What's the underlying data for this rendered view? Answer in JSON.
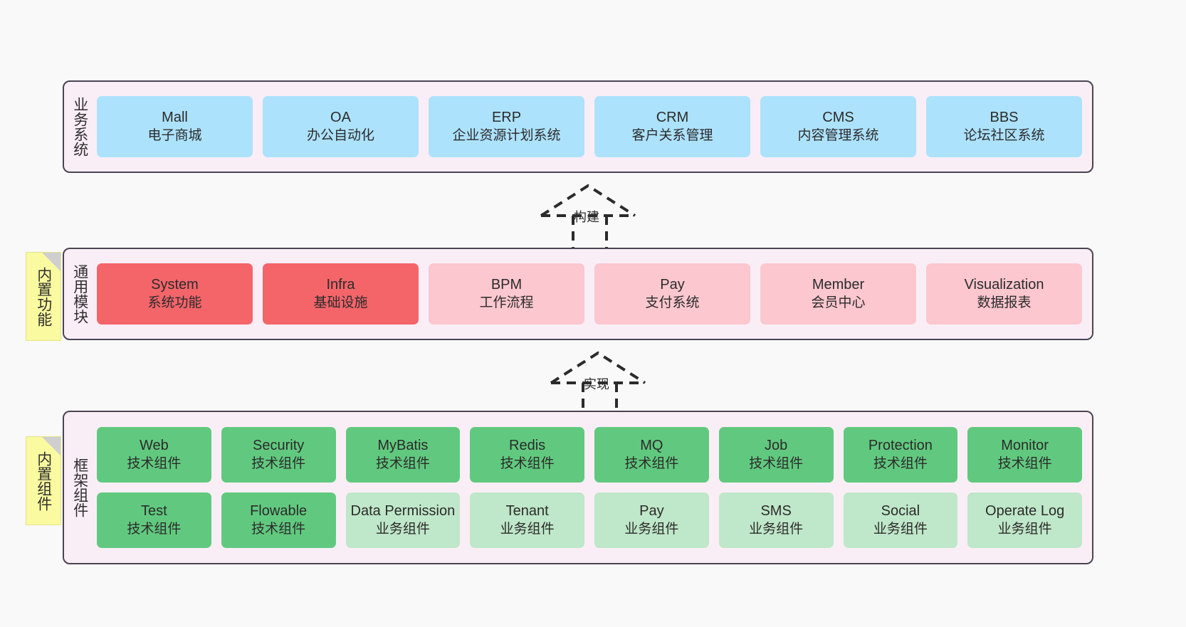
{
  "diagram": {
    "title": "",
    "background": "#f9f9f9",
    "colors": {
      "panel_fill": "#faeef6",
      "panel_border": "#4a4453",
      "blue": "#ade2fc",
      "red": "#f4656a",
      "pink": "#fcc7cf",
      "green": "#61c97f",
      "light_green": "#bfe7c9",
      "note_yellow": "#fafaa0",
      "note_fold": "#cfcfcf"
    }
  },
  "layers": {
    "business": {
      "title": "业务系统",
      "cards": [
        {
          "en": "Mall",
          "cn": "电子商城",
          "color": "blue"
        },
        {
          "en": "OA",
          "cn": "办公自动化",
          "color": "blue"
        },
        {
          "en": "ERP",
          "cn": "企业资源计划系统",
          "color": "blue"
        },
        {
          "en": "CRM",
          "cn": "客户关系管理",
          "color": "blue"
        },
        {
          "en": "CMS",
          "cn": "内容管理系统",
          "color": "blue"
        },
        {
          "en": "BBS",
          "cn": "论坛社区系统",
          "color": "blue"
        }
      ]
    },
    "common": {
      "title": "通用模块",
      "note": "内置功能",
      "cards": [
        {
          "en": "System",
          "cn": "系统功能",
          "color": "red"
        },
        {
          "en": "Infra",
          "cn": "基础设施",
          "color": "red"
        },
        {
          "en": "BPM",
          "cn": "工作流程",
          "color": "pink"
        },
        {
          "en": "Pay",
          "cn": "支付系统",
          "color": "pink"
        },
        {
          "en": "Member",
          "cn": "会员中心",
          "color": "pink"
        },
        {
          "en": "Visualization",
          "cn": "数据报表",
          "color": "pink"
        }
      ]
    },
    "framework": {
      "title": "框架组件",
      "note": "内置组件",
      "row1": [
        {
          "en": "Web",
          "cn": "技术组件",
          "color": "green"
        },
        {
          "en": "Security",
          "cn": "技术组件",
          "color": "green"
        },
        {
          "en": "MyBatis",
          "cn": "技术组件",
          "color": "green"
        },
        {
          "en": "Redis",
          "cn": "技术组件",
          "color": "green"
        },
        {
          "en": "MQ",
          "cn": "技术组件",
          "color": "green"
        },
        {
          "en": "Job",
          "cn": "技术组件",
          "color": "green"
        },
        {
          "en": "Protection",
          "cn": "技术组件",
          "color": "green"
        },
        {
          "en": "Monitor",
          "cn": "技术组件",
          "color": "green"
        }
      ],
      "row2": [
        {
          "en": "Test",
          "cn": "技术组件",
          "color": "green"
        },
        {
          "en": "Flowable",
          "cn": "技术组件",
          "color": "green"
        },
        {
          "en": "Data Permission",
          "cn": "业务组件",
          "color": "light_green"
        },
        {
          "en": "Tenant",
          "cn": "业务组件",
          "color": "light_green"
        },
        {
          "en": "Pay",
          "cn": "业务组件",
          "color": "light_green"
        },
        {
          "en": "SMS",
          "cn": "业务组件",
          "color": "light_green"
        },
        {
          "en": "Social",
          "cn": "业务组件",
          "color": "light_green"
        },
        {
          "en": "Operate Log",
          "cn": "业务组件",
          "color": "light_green"
        }
      ]
    }
  },
  "connectors": [
    {
      "id": "build",
      "label": "构建",
      "style": "dashed-generalization"
    },
    {
      "id": "implement",
      "label": "实现",
      "style": "dashed-generalization"
    }
  ]
}
